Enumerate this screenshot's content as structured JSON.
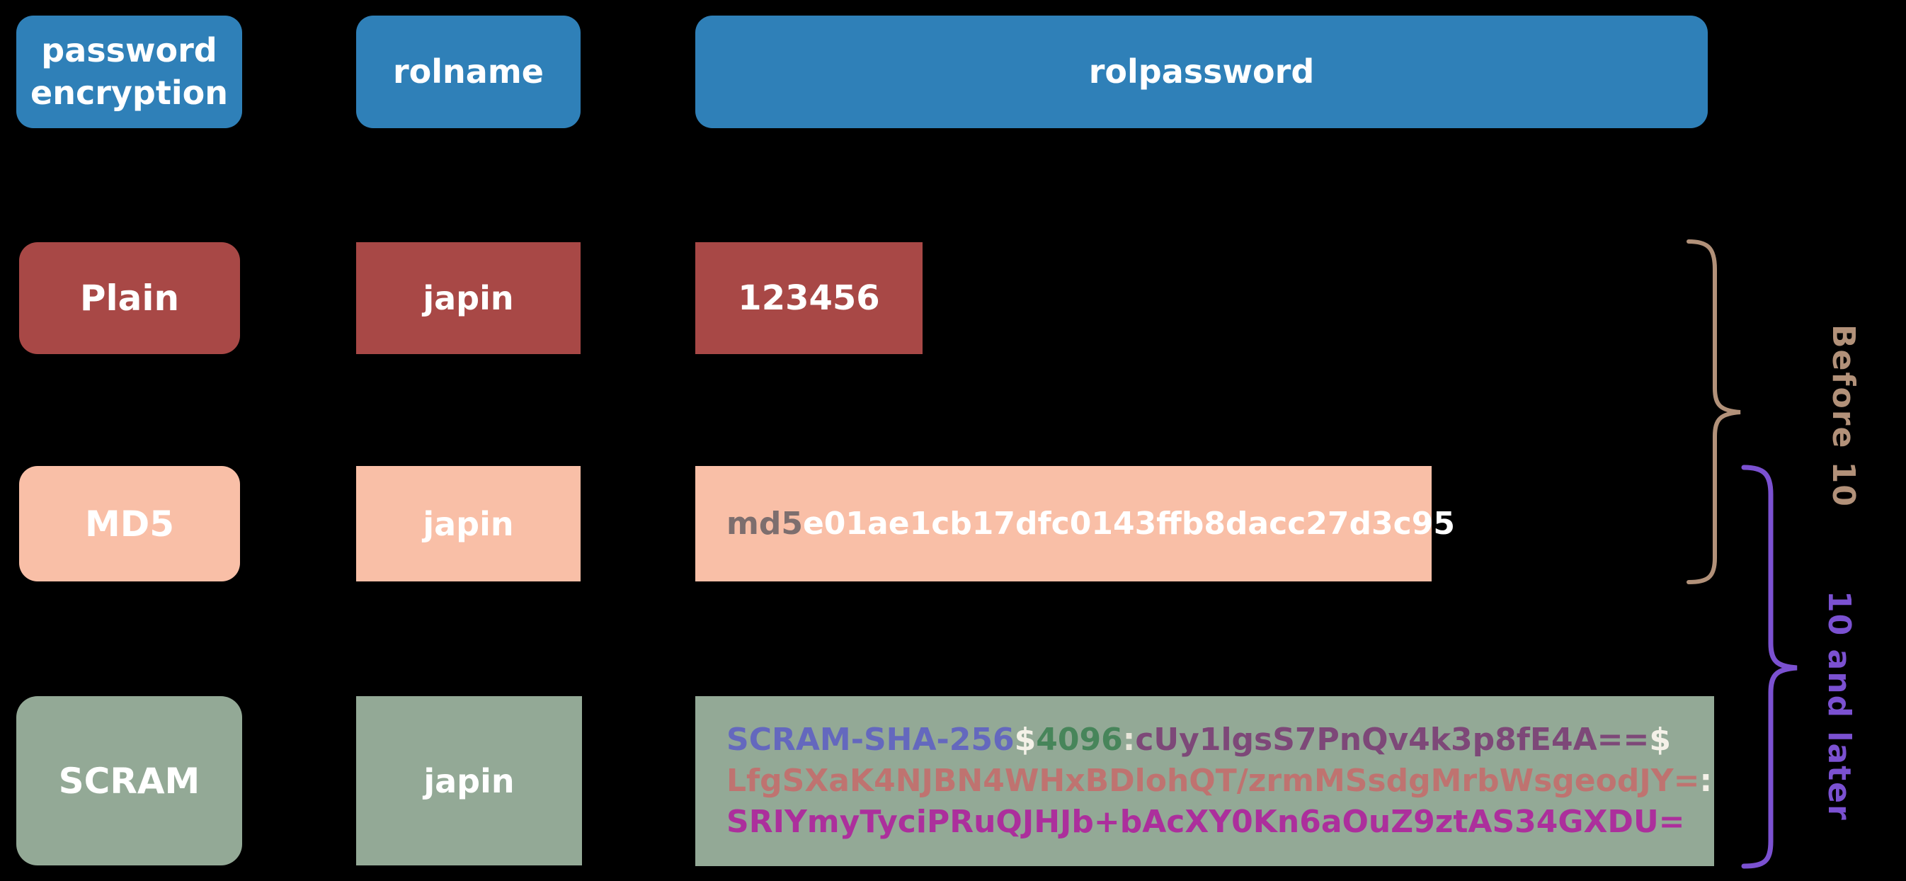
{
  "headers": {
    "col1": "password encryption",
    "col2": "rolname",
    "col3": "rolpassword"
  },
  "rows": [
    {
      "method": "Plain",
      "rolname": "japin",
      "password": "123456"
    },
    {
      "method": "MD5",
      "rolname": "japin",
      "password_segments": [
        {
          "text": "md5",
          "color": "#7d6e6e"
        },
        {
          "text": "e01ae1cb17dfc0143ffb8dacc27d3c95",
          "color": "#ffffff"
        }
      ]
    },
    {
      "method": "SCRAM",
      "rolname": "japin",
      "password_lines": [
        [
          {
            "text": "SCRAM-SHA-256",
            "color": "#6468be"
          },
          {
            "text": "$",
            "color": "#f4f1e8"
          },
          {
            "text": "4096",
            "color": "#47855a"
          },
          {
            "text": ":",
            "color": "#e9e6da"
          },
          {
            "text": "cUy1lgsS7PnQv4k3p8fE4A==",
            "color": "#7d4878"
          },
          {
            "text": "$",
            "color": "#f4f1e8"
          }
        ],
        [
          {
            "text": "LfgSXaK4NJBN4WHxBDlohQT/zrmMSsdgMrbWsgeodJY=",
            "color": "#bf7370"
          },
          {
            "text": ":",
            "color": "#f4f1e8"
          }
        ],
        [
          {
            "text": "SRIYmyTyciPRuQJHJb+bAcXY0Kn6aOuZ9ztAS34GXDU=",
            "color": "#ac2f9c"
          }
        ]
      ]
    }
  ],
  "annotations": {
    "before_10": {
      "label": "Before 10",
      "color": "#b29179"
    },
    "ten_and_later": {
      "label": "10 and later",
      "color": "#7b51d1"
    }
  },
  "colors": {
    "background": "#000000",
    "header_bg": "#2f80b8",
    "plain_row_bg": "#a84846",
    "md5_row_bg": "#f9bfa7",
    "scram_row_bg": "#93a996",
    "box_text": "#ffffff",
    "before_10_brace": "#b29179",
    "ten_and_later_brace": "#7b51d1"
  }
}
